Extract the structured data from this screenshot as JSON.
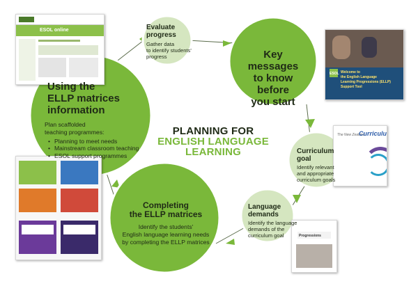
{
  "center_title": {
    "line1": "PLANNING FOR",
    "line2": "ENGLISH LANGUAGE",
    "line3": "LEARNING"
  },
  "steps": {
    "evaluate": {
      "title_line1": "Evaluate",
      "title_line2": "progress",
      "body_line1": "Gather data",
      "body_line2": "to identify students'",
      "body_line3": "progress"
    },
    "key_messages": {
      "title_line1": "Key messages",
      "title_line2": "to know before",
      "title_line3": "you start"
    },
    "curriculum": {
      "title_line1": "Curriculum",
      "title_line2": "goal",
      "body_line1": "Identify relevant",
      "body_line2": "and appropriate",
      "body_line3": "curriculum goals"
    },
    "language": {
      "title_line1": "Language",
      "title_line2": "demands",
      "body_line1": "Identify the language",
      "body_line2": "demands of the",
      "body_line3": "curriculum goal"
    },
    "completing": {
      "title_line1": "Completing",
      "title_line2": "the ELLP matrices",
      "body_line1": "Identify the students'",
      "body_line2": "English language learning needs",
      "body_line3": "by completing the ELLP matrices"
    },
    "using": {
      "title_line1": "Using the",
      "title_line2": "ELLP matrices",
      "title_line3": "information",
      "body_line1": "Plan scaffolded",
      "body_line2": "teaching programmes:",
      "bullets": [
        "Planning to meet needs",
        "Mainstream classroom teaching",
        "ESOL support programmes"
      ]
    }
  },
  "thumbnails": {
    "website": {
      "banner": "ESOL online"
    },
    "ellp": {
      "brand": "ESOL",
      "line1": "Welcome to",
      "line2": "the English Language",
      "line3": "Learning Progressions (ELLP)",
      "line4": "Support Tool"
    },
    "curriculum_doc": {
      "prefix": "The New Zealand",
      "word": "Curriculum"
    },
    "progressions": {
      "word": "Progressions"
    }
  },
  "colors": {
    "circle": "#7ab83a",
    "circle_light": "#d5e6c0",
    "circle_stroke": "#ffffff",
    "dark_text": "#1f2a16",
    "accent_text": "#7ab83a"
  }
}
